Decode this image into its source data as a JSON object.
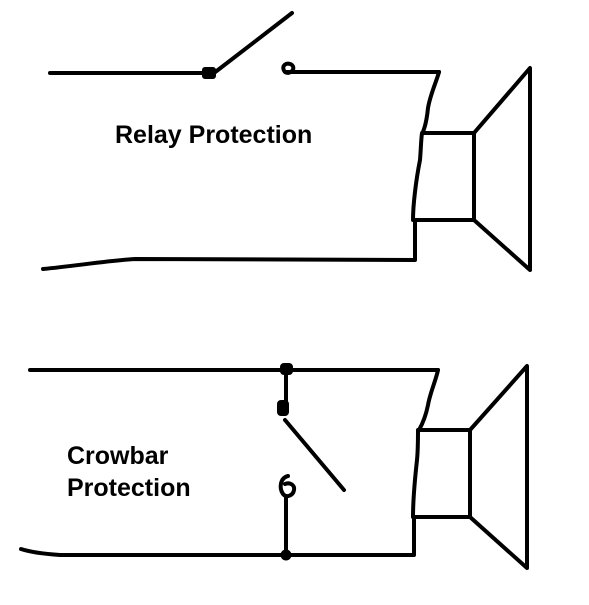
{
  "diagram": {
    "relay": {
      "label_line1": "Relay Protection"
    },
    "crowbar": {
      "label_line1": "Crowbar",
      "label_line2": "Protection"
    }
  },
  "colors": {
    "background": "#ffffff",
    "ink": "#000000"
  }
}
